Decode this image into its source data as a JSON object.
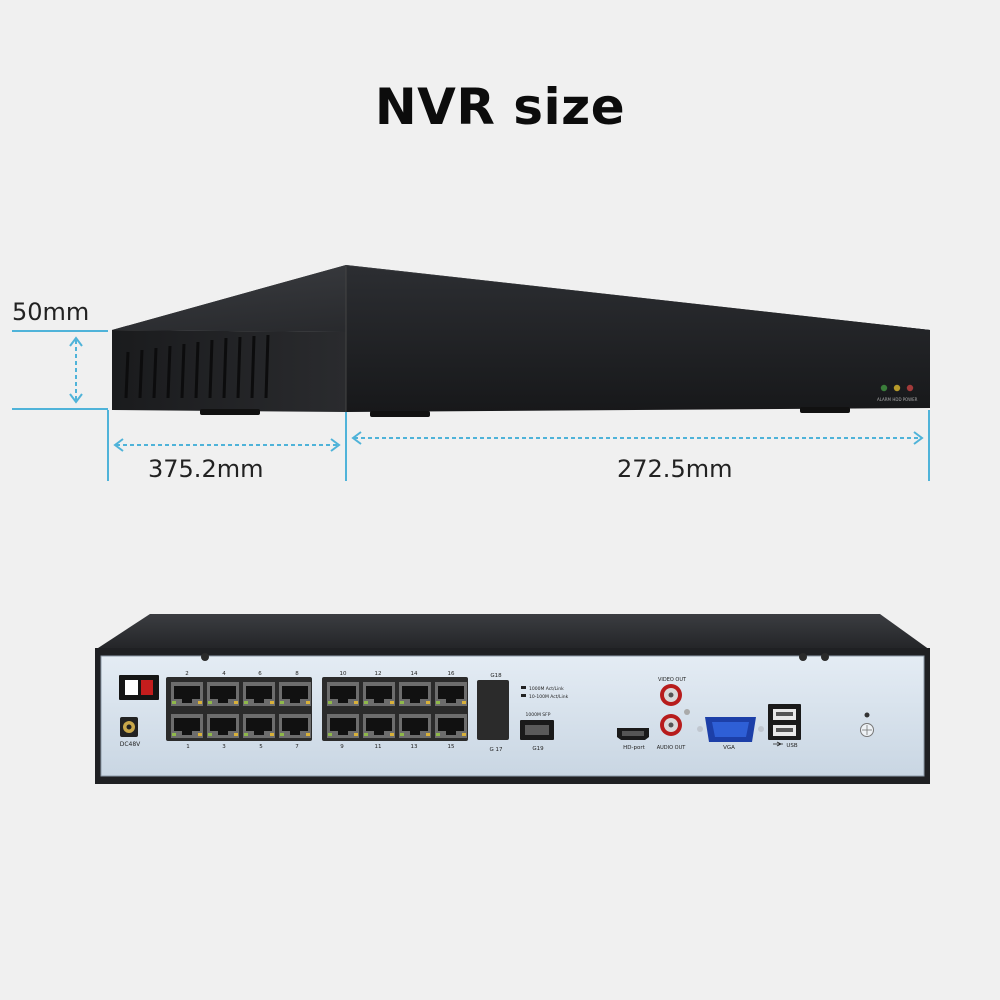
{
  "title": "NVR size",
  "dimensions": {
    "height": "50mm",
    "width": "375.2mm",
    "depth": "272.5mm"
  },
  "front_panel": {
    "leds": [
      "ALARM",
      "HDD",
      "POWER"
    ]
  },
  "rear_panel": {
    "power_input": "DC48V",
    "poe_ports_top": [
      "2",
      "4",
      "6",
      "8",
      "10",
      "12",
      "14",
      "16"
    ],
    "poe_ports_bottom": [
      "1",
      "3",
      "5",
      "7",
      "9",
      "11",
      "13",
      "15"
    ],
    "uplink_top": "G18",
    "uplink_bottom": "G 17",
    "link_legend_1": "1000M Act/Link",
    "link_legend_2": "10-100M Act/Link",
    "sfp_top_label": "1000M SFP",
    "sfp_label": "G19",
    "hdmi_label": "HD-port",
    "video_out_label": "VIDEO OUT",
    "audio_out_label": "AUDIO OUT",
    "vga_label": "VGA",
    "usb_label": "USB"
  },
  "colors": {
    "dimension_line": "#4fb3d9",
    "chassis": "#2b2d31",
    "rear_panel": "#d6e2ee"
  }
}
